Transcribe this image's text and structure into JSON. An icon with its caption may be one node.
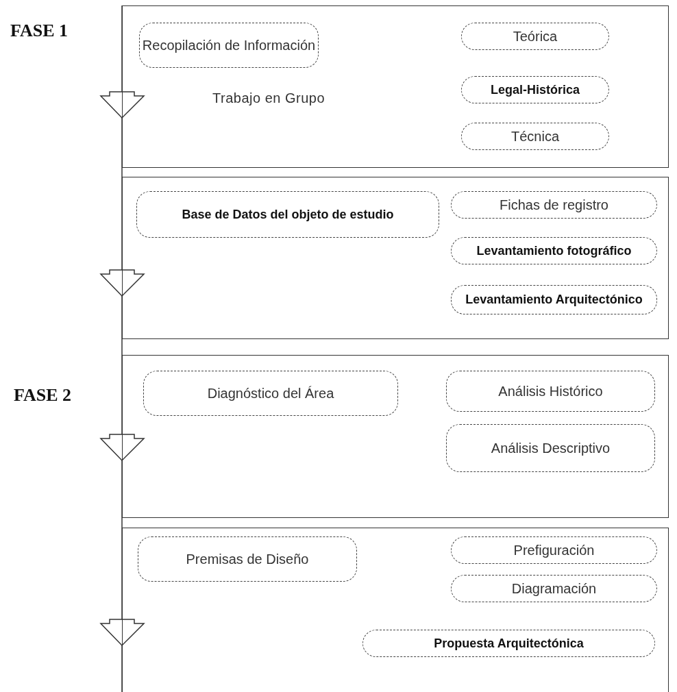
{
  "diagram": {
    "nodes": [
      {
        "text": [],
        "shape": "box",
        "beside": [
          "FASE 1"
        ]
      },
      {
        "text": [
          "Recopilación de Información"
        ],
        "in": 0
      },
      {
        "text": [
          "Teórica"
        ],
        "in": 0
      },
      {
        "text": [
          "Legal-Histórica"
        ],
        "in": 0
      },
      {
        "text": [
          "Técnica"
        ],
        "in": 0
      },
      {
        "text": [],
        "shape": "box"
      },
      {
        "text": [
          "Base de Datos del objeto de estudio"
        ],
        "in": 5
      },
      {
        "text": [
          "Fichas de registro"
        ],
        "in": 5
      },
      {
        "text": [
          "Levantamiento fotográfico"
        ],
        "in": 5
      },
      {
        "text": [
          "Levantamiento Arquitectónico"
        ],
        "in": 5
      },
      {
        "text": [],
        "shape": "box",
        "beside": [
          "FASE 2"
        ]
      },
      {
        "text": [
          "Diagnóstico del Área"
        ],
        "in": 10
      },
      {
        "text": [
          "Análisis Histórico"
        ],
        "in": 10
      },
      {
        "text": [
          "Análisis Descriptivo"
        ],
        "in": 10
      },
      {
        "text": [],
        "shape": "box"
      },
      {
        "text": [
          "Premisas de Diseño"
        ],
        "in": 14
      },
      {
        "text": [
          "Prefiguración"
        ],
        "in": 14
      },
      {
        "text": [
          "Diagramación"
        ],
        "in": 14
      },
      {
        "text": [
          "Propuesta Arquitectónica"
        ],
        "in": 14
      }
    ],
    "labels": [
      "Trabajo en Grupo"
    ]
  }
}
